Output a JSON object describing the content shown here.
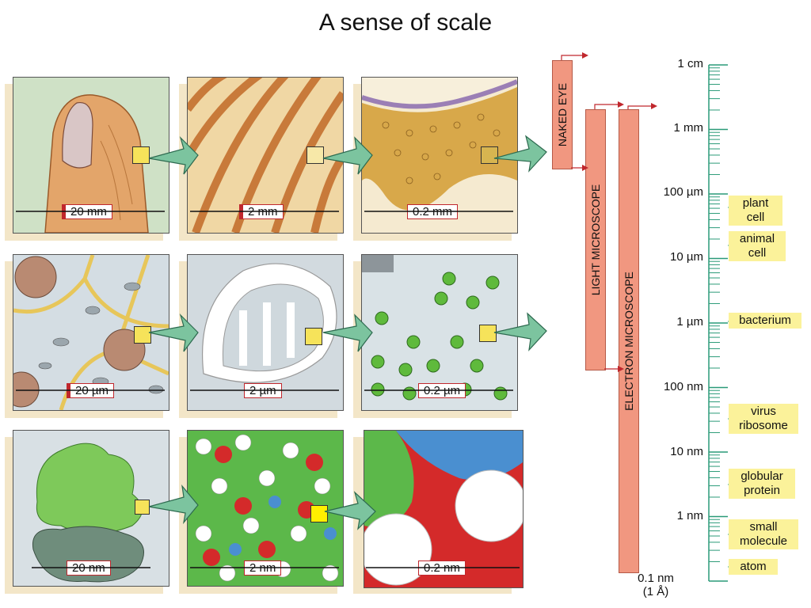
{
  "title": "A sense of scale",
  "panels": {
    "row1": [
      "20 mm",
      "2 mm",
      "0.2 mm"
    ],
    "row2": [
      "20 µm",
      "2 µm",
      "0.2 µm"
    ],
    "row3": [
      "20 nm",
      "2 nm",
      "0.2 nm"
    ]
  },
  "instruments": {
    "naked_eye": "NAKED EYE",
    "light_microscope": "LIGHT MICROSCOPE",
    "electron_microscope": "ELECTRON MICROSCOPE"
  },
  "ruler": {
    "ticks": [
      "1 cm",
      "1 mm",
      "100 µm",
      "10 µm",
      "1 µm",
      "100 nm",
      "10 nm",
      "1 nm"
    ],
    "bottom_line1": "0.1 nm",
    "bottom_line2": "(1 Å)"
  },
  "objects": {
    "plant_cell": "plant\ncell",
    "animal_cell": "animal\ncell",
    "bacterium": "bacterium",
    "virus_ribosome": "virus\nribosome",
    "globular_protein": "globular\nprotein",
    "small_molecule": "small\nmolecule",
    "atom": "atom"
  },
  "colors": {
    "instrument_bar": "#f19780",
    "object_label_bg": "#fbf29a",
    "ruler": "#2a9a78",
    "scale_marker": "#c0272d",
    "zoom_box": "#f6e35a",
    "zoom_arrow": "#7cc49f"
  }
}
